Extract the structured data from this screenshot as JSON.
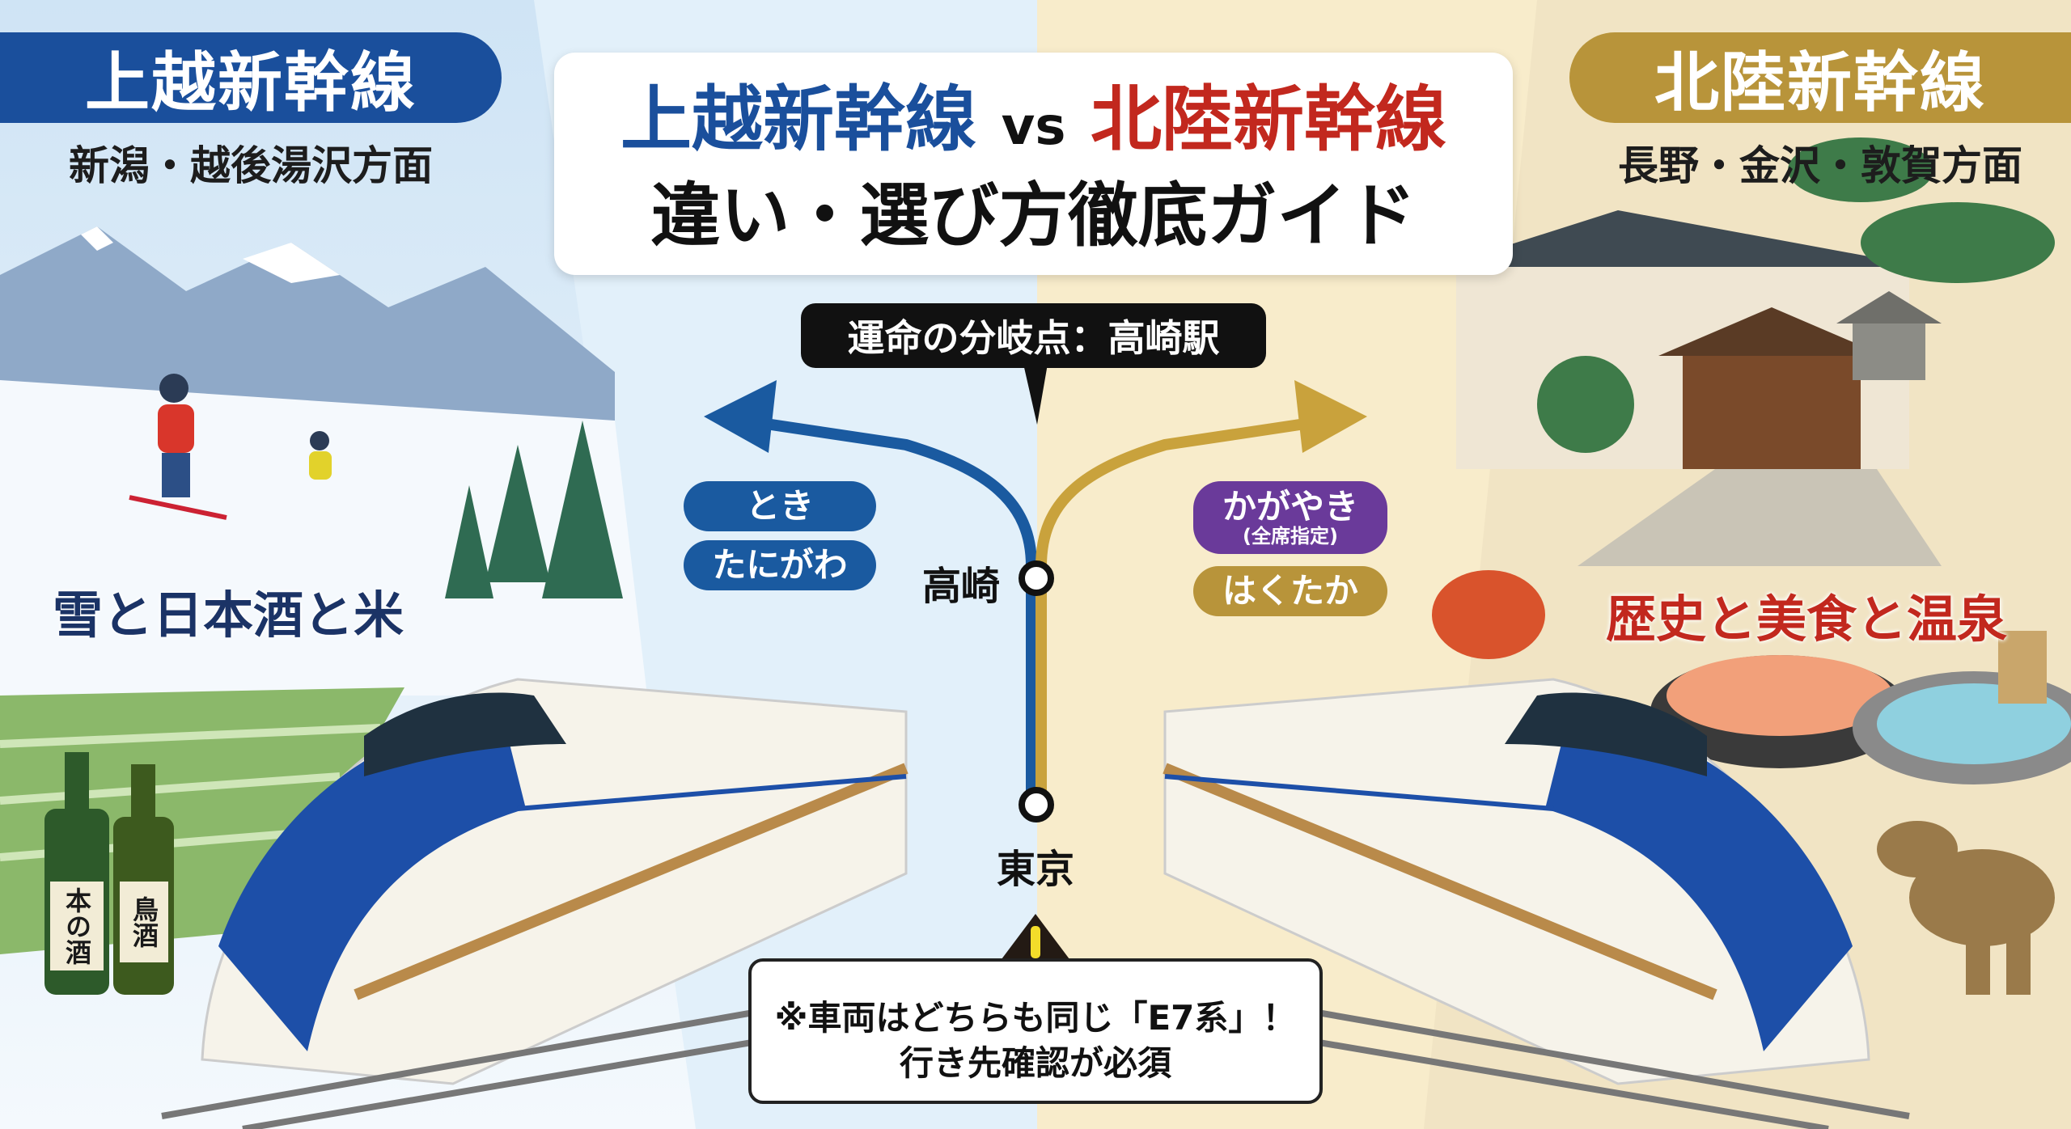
{
  "left": {
    "title": "上越新幹線",
    "subtitle": "新潟・越後湯沢方面",
    "theme": "雪と日本酒と米",
    "trains": [
      "とき",
      "たにがわ"
    ],
    "sake_labels": [
      "本の酒",
      "鳥酒"
    ],
    "color": "#1a4f9c"
  },
  "right": {
    "title": "北陸新幹線",
    "subtitle": "長野・金沢・敦賀方面",
    "theme": "歴史と美食と温泉",
    "trains": [
      {
        "name": "かがやき",
        "note": "(全席指定)",
        "color": "#6a3a9a"
      },
      {
        "name": "はくたか",
        "color": "#b8943a"
      }
    ],
    "color": "#b8943a"
  },
  "header": {
    "line1_left": "上越新幹線",
    "vs": "vs",
    "line1_right": "北陸新幹線",
    "line2": "違い・選び方徹底ガイド"
  },
  "branch_callout": "運命の分岐点：高崎駅",
  "stations": {
    "takasaki": "高崎",
    "tokyo": "東京"
  },
  "warning": {
    "line1": "※車両はどちらも同じ「E7系」！",
    "line2": "行き先確認が必須",
    "icon": "warning-triangle-icon"
  }
}
